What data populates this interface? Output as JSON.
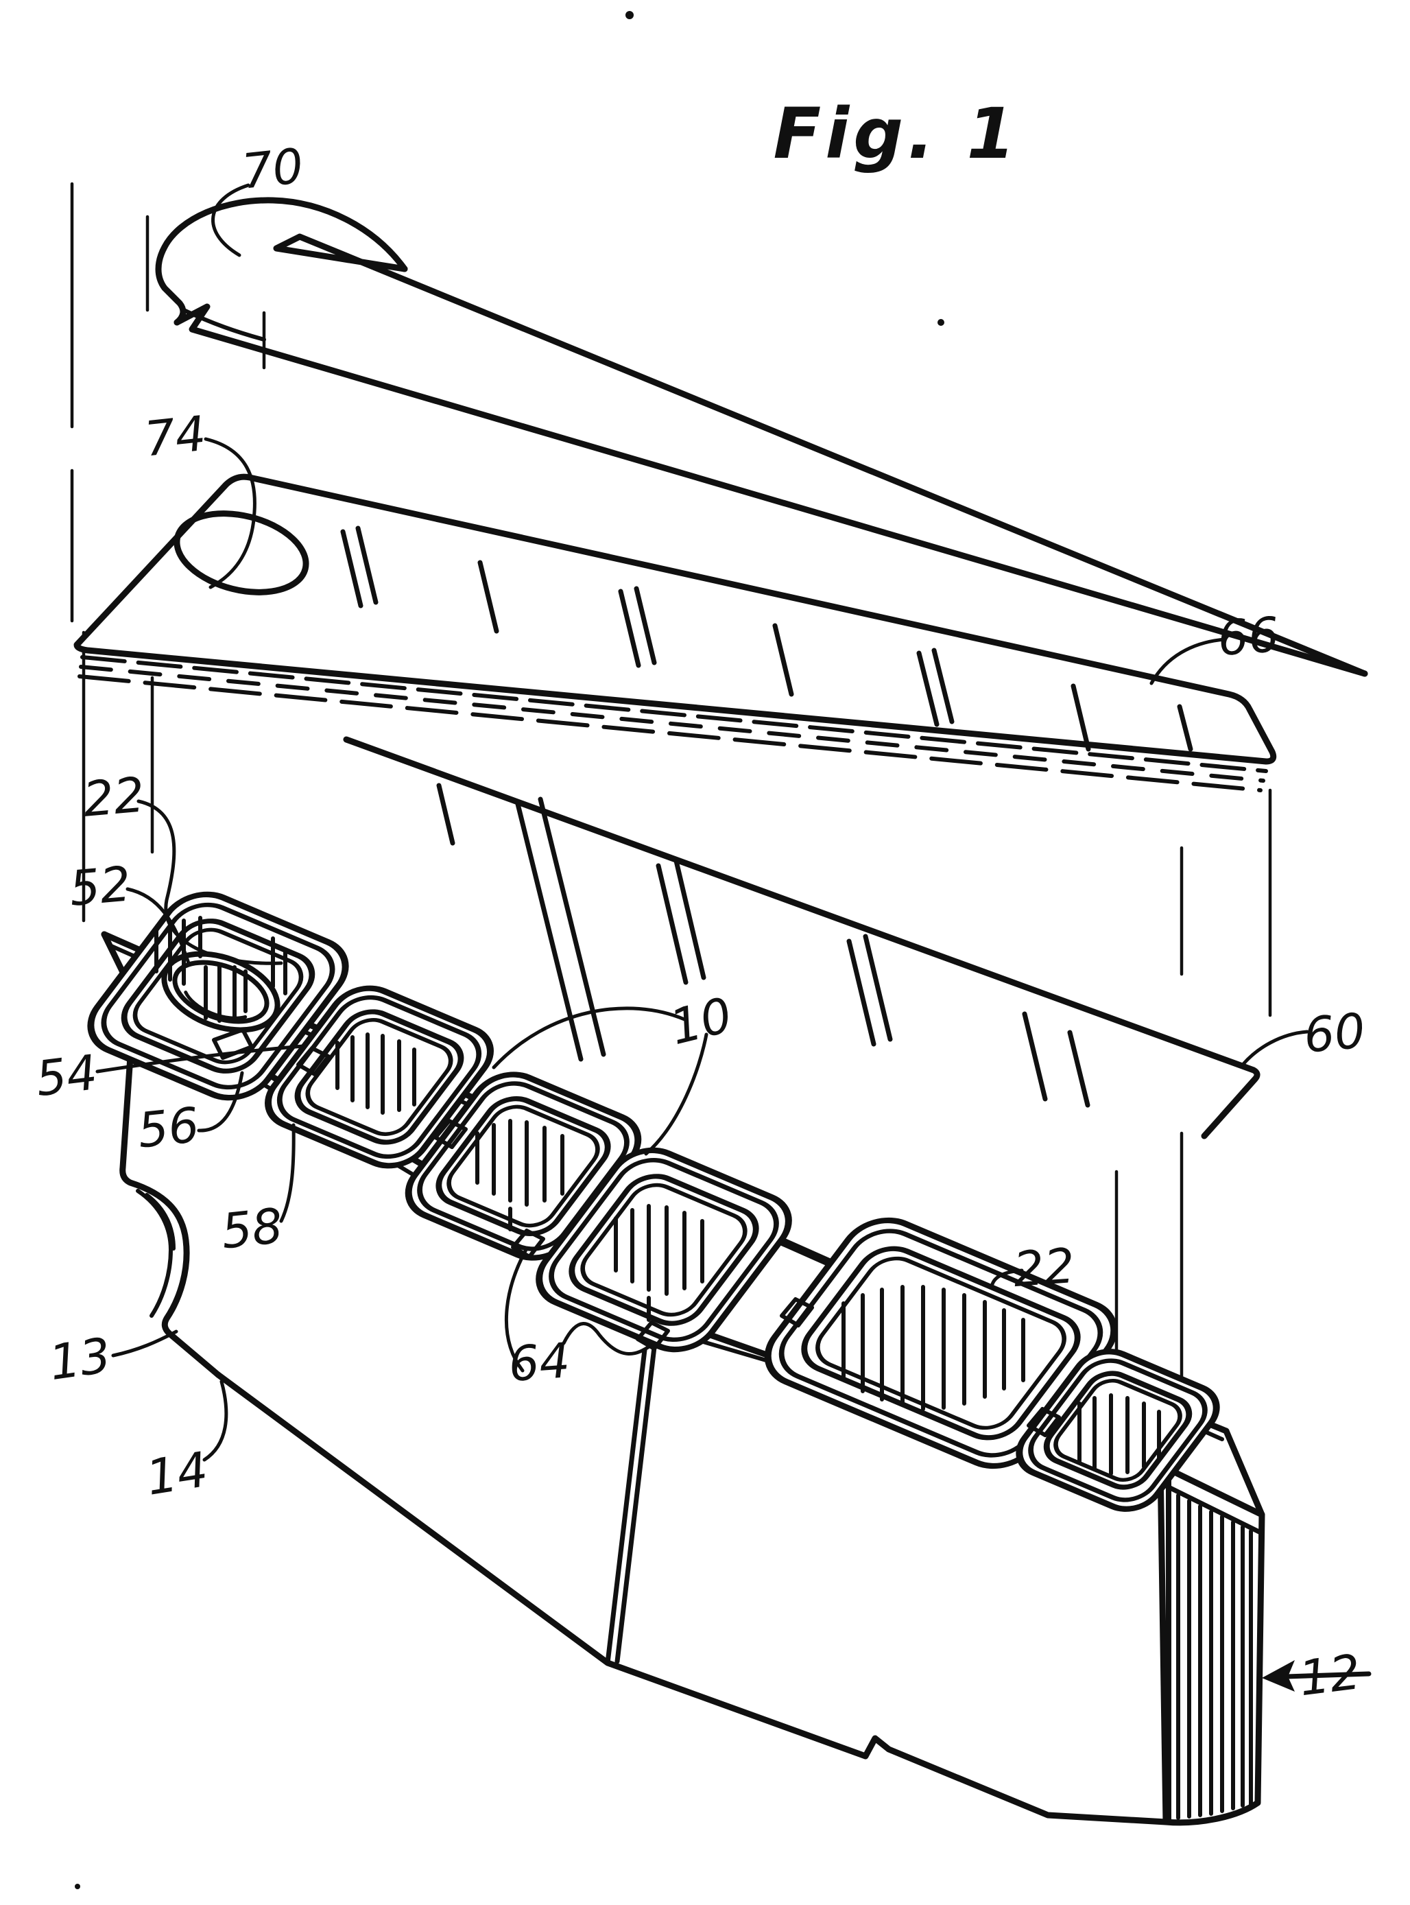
{
  "figure": {
    "title": "Fig. 1",
    "type": "patent-exploded-view-drawing"
  },
  "colors": {
    "ink": "#101010",
    "paper": "#ffffff"
  },
  "labels": {
    "r70": "70",
    "r74": "74",
    "r66": "66",
    "r22_left": "22",
    "r52": "52",
    "r54": "54",
    "r56": "56",
    "r58": "58",
    "r13": "13",
    "r10": "10",
    "r64": "64",
    "r22_right": "22",
    "r60": "60",
    "r14": "14",
    "r12": "12"
  }
}
